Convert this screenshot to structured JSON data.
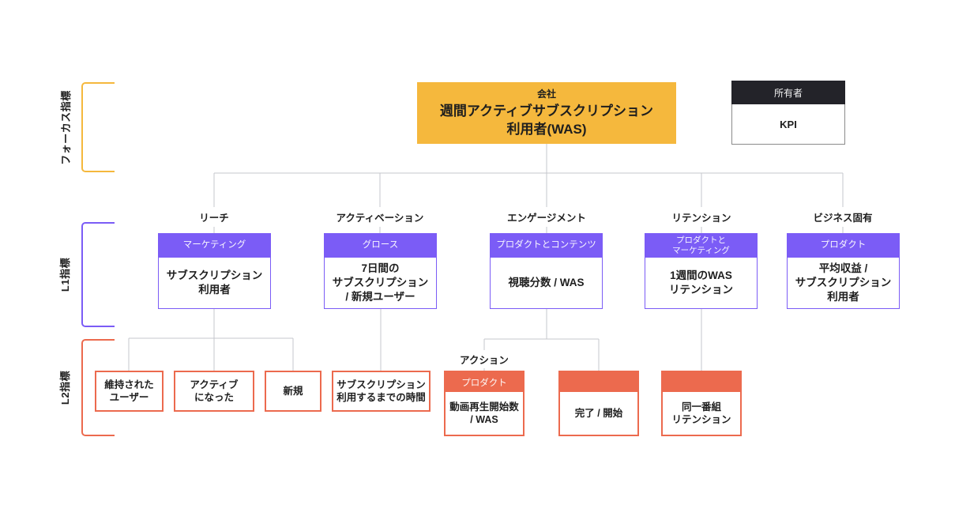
{
  "side_labels": {
    "focus": "フォーカス指標",
    "l1": "L1指標",
    "l2": "L2指標"
  },
  "root": {
    "tag": "会社",
    "title": "週間アクティブサブスクリプション\n利用者(WAS)"
  },
  "legend": {
    "header": "所有者",
    "body": "KPI"
  },
  "columns": [
    {
      "label": "リーチ",
      "owner": "マーケティング",
      "metric": "サブスクリプション\n利用者"
    },
    {
      "label": "アクティベーション",
      "owner": "グロース",
      "metric": "7日間の\nサブスクリプション\n/ 新規ユーザー"
    },
    {
      "label": "エンゲージメント",
      "owner": "プロダクトとコンテンツ",
      "metric": "視聴分数 / WAS"
    },
    {
      "label": "リテンション",
      "owner": "プロダクトと\nマーケティング",
      "metric": "1週間のWAS\nリテンション"
    },
    {
      "label": "ビジネス固有",
      "owner": "プロダクト",
      "metric": "平均収益 /\nサブスクリプション\n利用者"
    }
  ],
  "l2": {
    "action_label": "アクション",
    "items": [
      {
        "text": "維持された\nユーザー"
      },
      {
        "text": "アクティブ\nになった"
      },
      {
        "text": "新規"
      },
      {
        "text": "サブスクリプション\n利用するまでの時間"
      },
      {
        "owner": "プロダクト",
        "text": "動画再生開始数\n/ WAS"
      },
      {
        "owner": "",
        "text": "完了 / 開始"
      },
      {
        "owner": "",
        "text": "同一番組\nリテンション"
      }
    ]
  },
  "colors": {
    "focus_amber": "#F5B83D",
    "l1_purple": "#7B5CF6",
    "l2_orange": "#EC6A4E",
    "owner_black": "#232329",
    "connector_gray": "#C5C7CC"
  }
}
